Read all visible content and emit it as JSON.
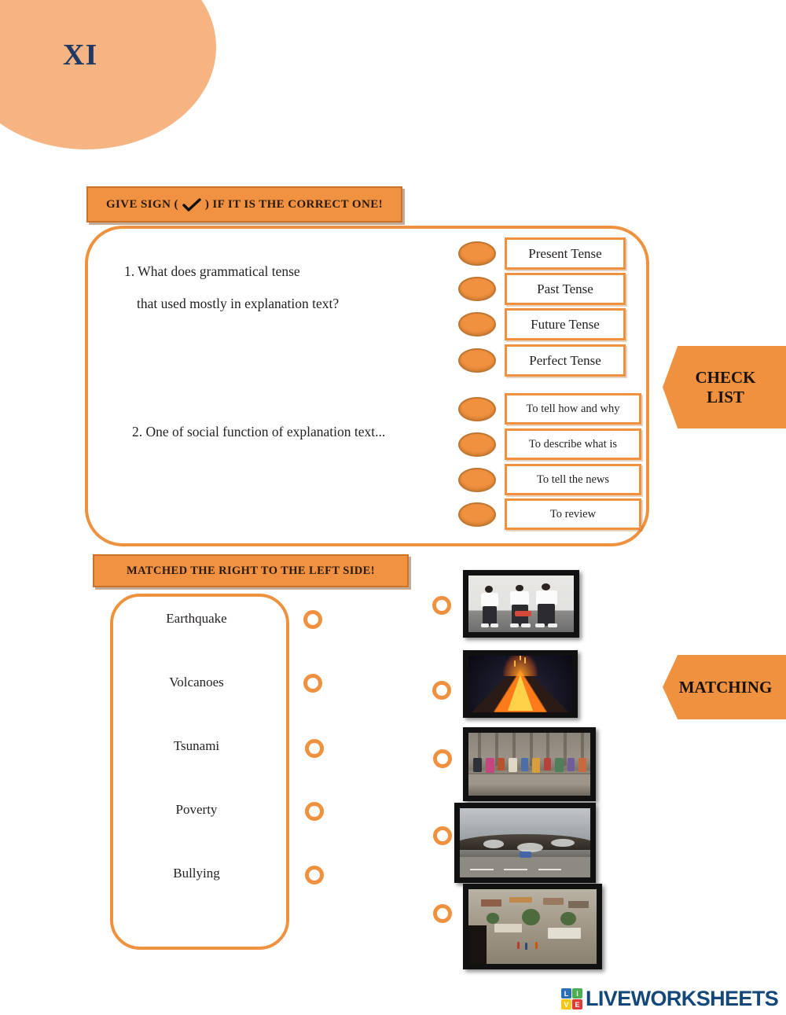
{
  "header": {
    "grade_label": "XI",
    "circle_color": "#f5b482",
    "grade_text_color": "#1f3864"
  },
  "theme": {
    "orange": "#f0913f",
    "orange_dark": "#c8722c",
    "text_dark": "#231f20"
  },
  "checklist_section": {
    "banner_prefix": "GIVE SIGN (",
    "banner_icon": "check-icon",
    "banner_suffix": ") IF IT IS THE CORRECT ONE!",
    "arrow_label_line1": "CHECK",
    "arrow_label_line2": "LIST",
    "questions": [
      {
        "number": "1.",
        "line1": "1. What does grammatical tense",
        "line2": "that used mostly in explanation text?",
        "options": [
          "Present Tense",
          "Past Tense",
          "Future Tense",
          "Perfect Tense"
        ]
      },
      {
        "number": "2.",
        "line1": "2. One of social function of explanation text...",
        "options": [
          "To tell how and why",
          "To describe what is",
          "To tell the news",
          "To review"
        ]
      }
    ]
  },
  "matching_section": {
    "banner": "MATCHED THE RIGHT TO THE LEFT SIDE!",
    "arrow_label": "MATCHING",
    "left_items": [
      "Earthquake",
      "Volcanoes",
      "Tsunami",
      "Poverty",
      "Bullying"
    ],
    "right_images": [
      "bullying-photo",
      "volcano-eruption-photo",
      "slum-poverty-photo",
      "tsunami-wave-photo",
      "earthquake-rubble-photo"
    ]
  },
  "footer": {
    "logo_tiles": [
      {
        "letter": "L",
        "color": "#2d6fb5"
      },
      {
        "letter": "I",
        "color": "#4caf50"
      },
      {
        "letter": "V",
        "color": "#f5c518"
      },
      {
        "letter": "E",
        "color": "#e03b3b"
      }
    ],
    "logo_word": "LIVEWORKSHEETS",
    "logo_word_color": "#15487a"
  }
}
